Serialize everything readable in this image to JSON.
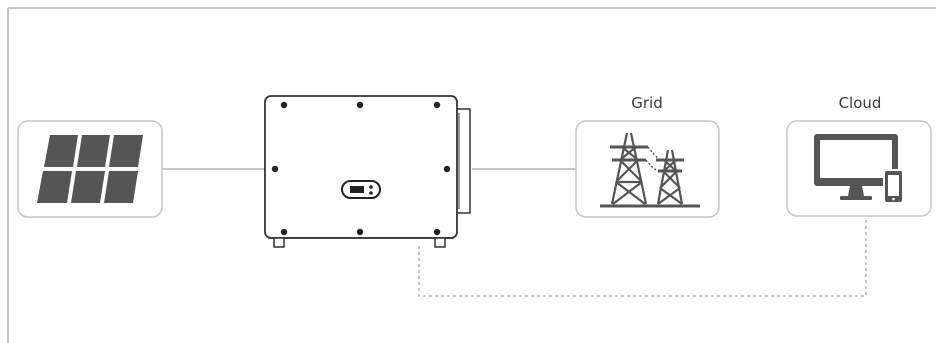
{
  "labels": {
    "grid": "Grid",
    "cloud": "Cloud"
  },
  "nodes": [
    {
      "id": "solar-panel",
      "icon": "solar-panel-icon"
    },
    {
      "id": "inverter",
      "icon": "inverter-icon"
    },
    {
      "id": "grid",
      "icon": "power-tower-icon"
    },
    {
      "id": "cloud",
      "icon": "monitor-phone-icon"
    }
  ],
  "links": [
    {
      "from": "solar-panel",
      "to": "inverter",
      "style": "solid"
    },
    {
      "from": "inverter",
      "to": "grid",
      "style": "solid"
    },
    {
      "from": "inverter",
      "to": "cloud",
      "style": "dashed"
    }
  ],
  "colors": {
    "frame": "#b3b3b3",
    "box_border": "#c6c6c6",
    "box_fill": "#ffffff",
    "line": "#b3b3b3",
    "icon": "#555555",
    "inverter_outline": "#333333",
    "label": "#3a3a3a"
  }
}
